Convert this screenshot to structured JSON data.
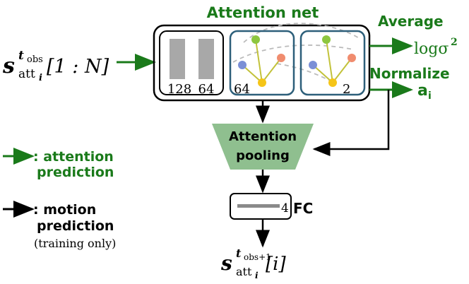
{
  "title": "Attention net",
  "input": {
    "base": "s",
    "superscript": "t",
    "superscript_sub": "obs",
    "subscript": "att",
    "subscript_sub": "i",
    "range": "[1 : N]"
  },
  "attention_net": {
    "block1": {
      "label_a": "128",
      "label_b": "64"
    },
    "block2": {
      "label": "64"
    },
    "block3": {
      "label": "2"
    }
  },
  "outputs": {
    "average_label": "Average",
    "average_value": "logσ",
    "average_exp": "2",
    "normalize_label": "Normalize",
    "normalize_value": "a",
    "normalize_sub": "i"
  },
  "pooling": {
    "line1": "Attention",
    "line2": "pooling"
  },
  "fc": {
    "size": "4",
    "label": "FC"
  },
  "output_state": {
    "base": "s",
    "superscript": "t",
    "superscript_sub": "obs+1",
    "subscript": "att",
    "subscript_sub": "i",
    "index": "[i]"
  },
  "legend": {
    "attention_line1": ": attention",
    "attention_line2": "prediction",
    "motion_line1": ": motion",
    "motion_line2": "prediction",
    "motion_line3": "(training only)"
  },
  "colors": {
    "green": "#1a7a1a",
    "pool_fill": "#8fbf8f",
    "block_border": "#2d5f7a",
    "node_green": "#8dc63f",
    "node_salmon": "#f08c6e",
    "node_blue": "#7b8fd6",
    "node_yellow": "#f5c518",
    "edge_olive": "#c2c23a",
    "dashed": "#bbbbbb",
    "bar_gray": "#a8a8a8"
  }
}
